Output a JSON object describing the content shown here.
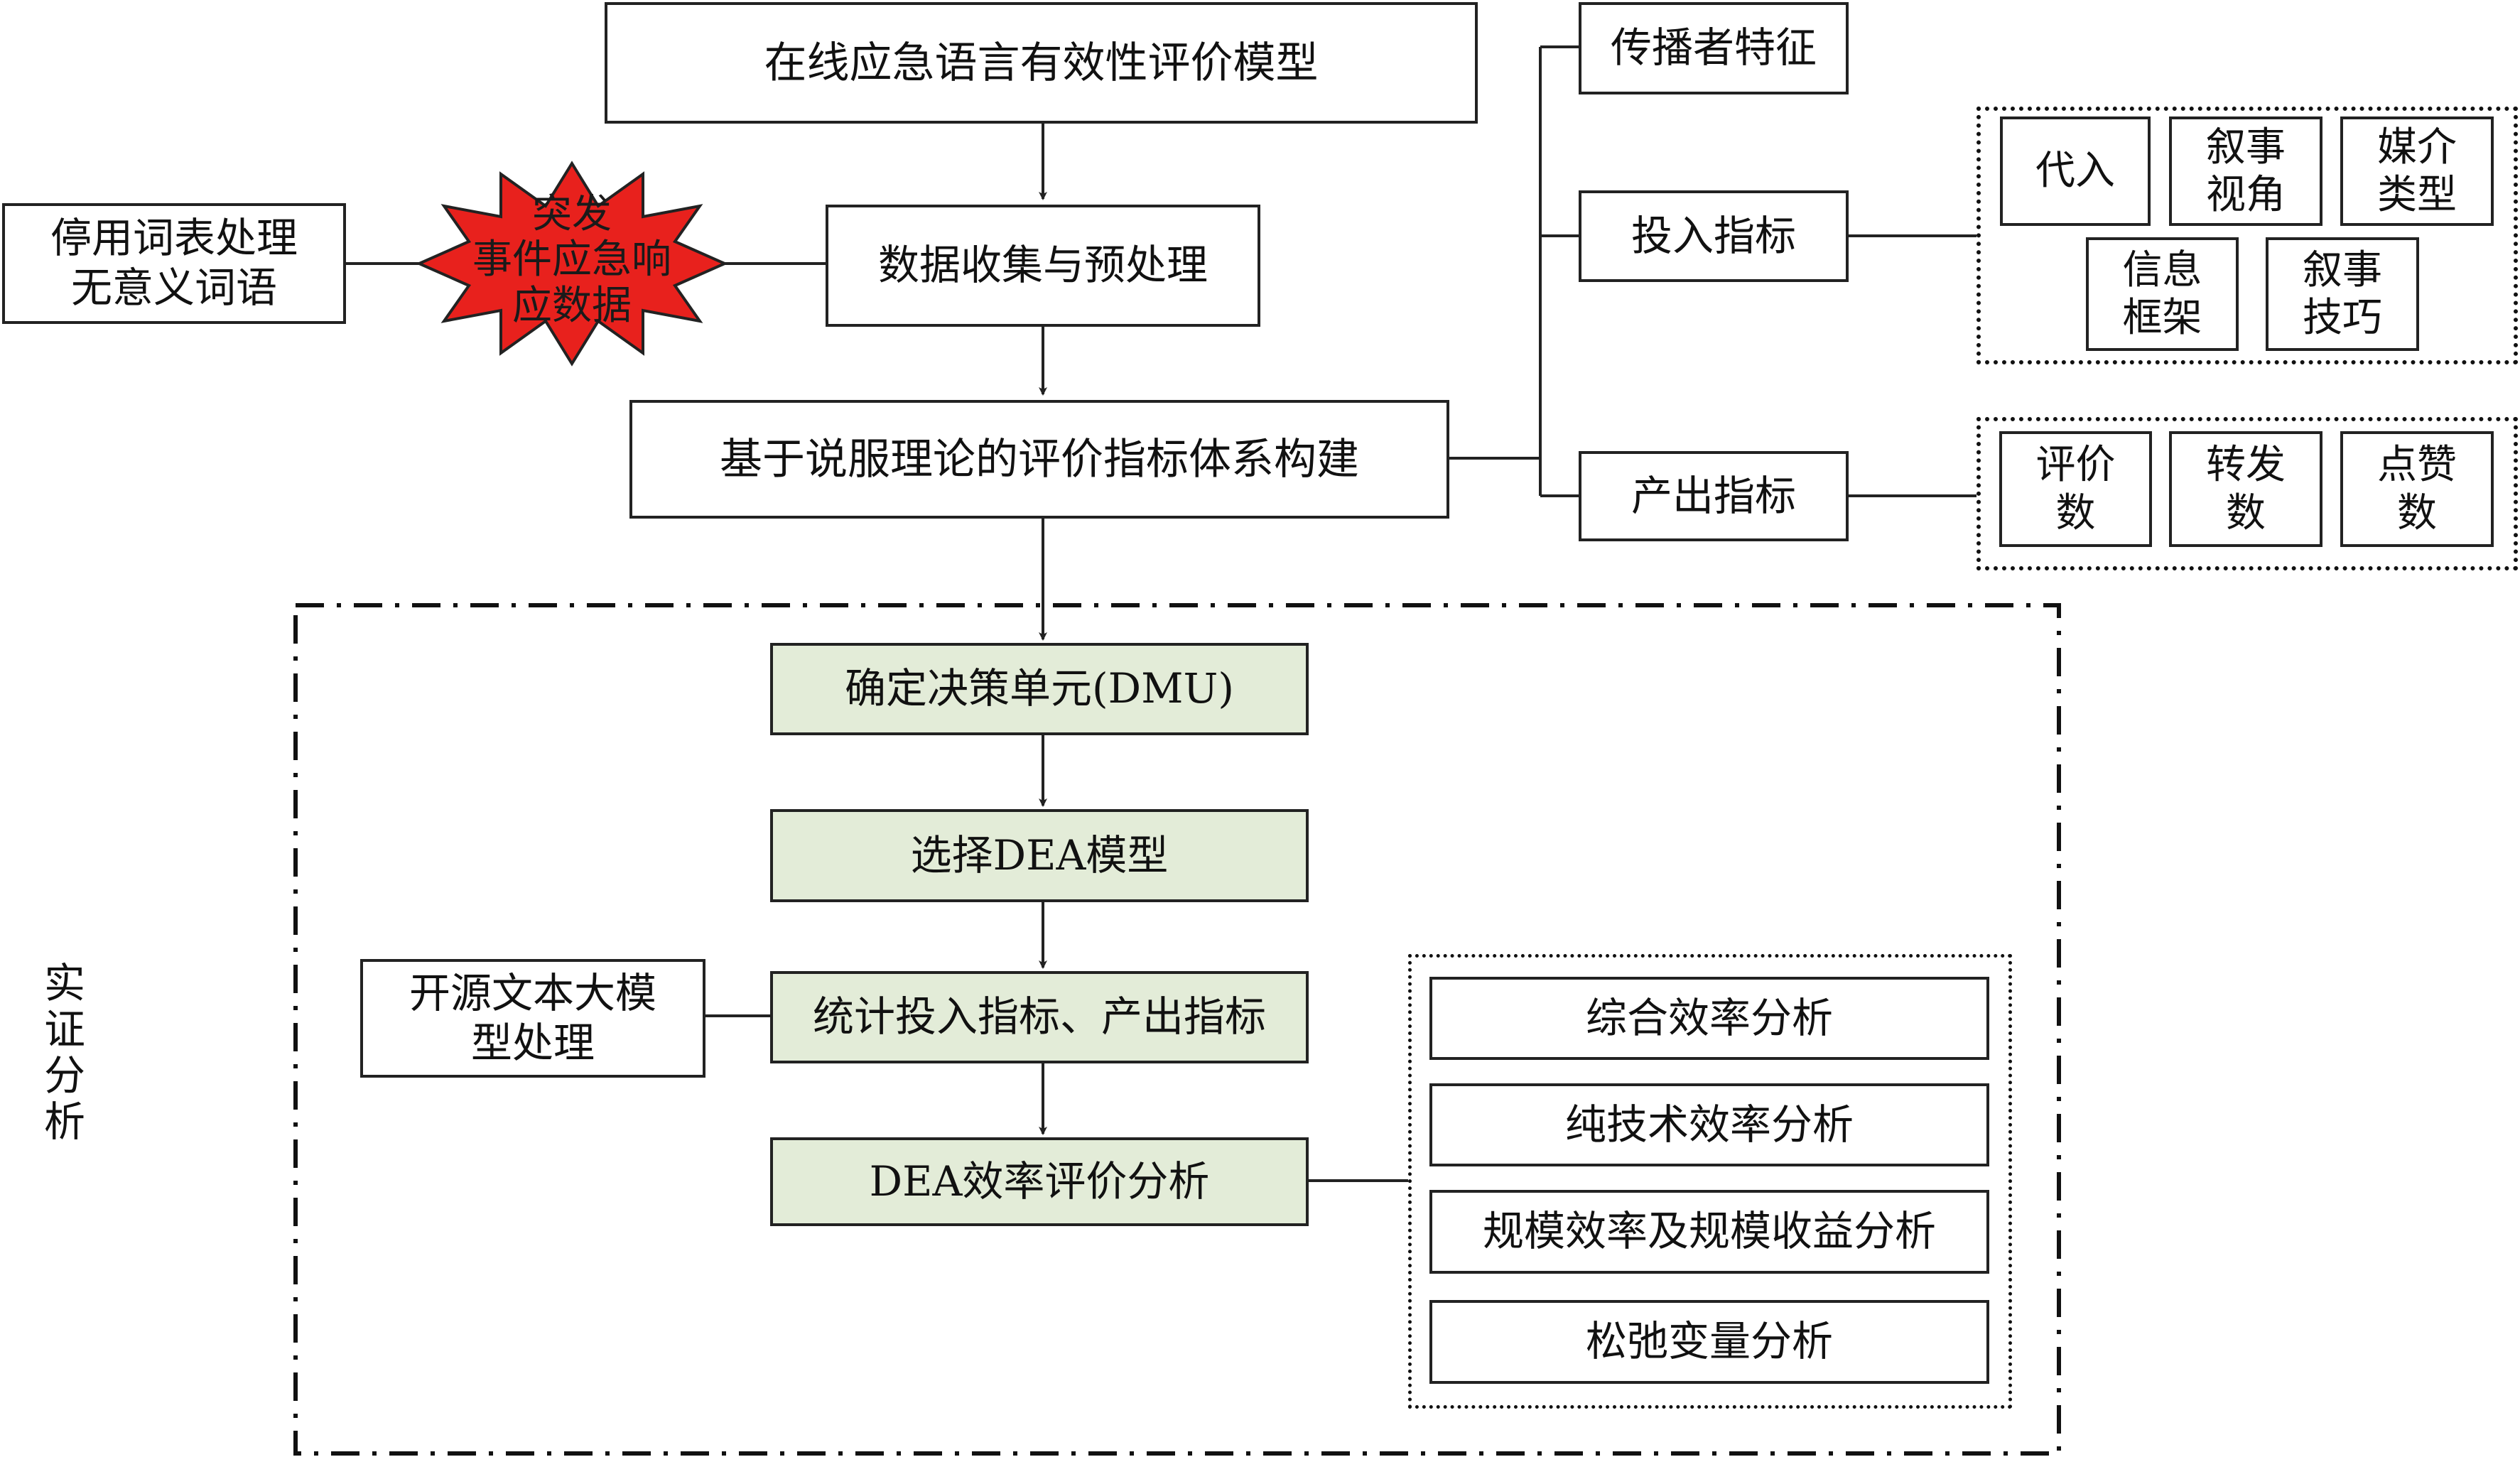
{
  "diagram": {
    "title_box": "在线应急语言有效性评价模型",
    "data_collection": "数据收集与预处理",
    "stopwords": "停用词表处理\n无意义词语",
    "event_data": "突发\n事件应急响\n应数据",
    "indicator_system": "基于说服理论的评价指标体系构建",
    "communicator": "传播者特征",
    "input_indicators": "投入指标",
    "output_indicators": "产出指标",
    "input_items": [
      "代入",
      "叙事\n视角",
      "媒介\n类型",
      "信息\n框架",
      "叙事\n技巧"
    ],
    "output_items": [
      "评价\n数",
      "转发\n数",
      "点赞\n数"
    ],
    "empirical_label": "实\n证\n分\n析",
    "dmu": "确定决策单元(DMU)",
    "dea_model": "选择DEA模型",
    "count_indicators": "统计投入指标、产出指标",
    "llm_processing": "开源文本大模\n型处理",
    "dea_analysis": "DEA效率评价分析",
    "analysis_items": [
      "综合效率分析",
      "纯技术效率分析",
      "规模效率及规模收益分析",
      "松弛变量分析"
    ]
  },
  "colors": {
    "burst_fill": "#e8211d",
    "process_fill": "#e3ecd8",
    "line": "#222222"
  }
}
